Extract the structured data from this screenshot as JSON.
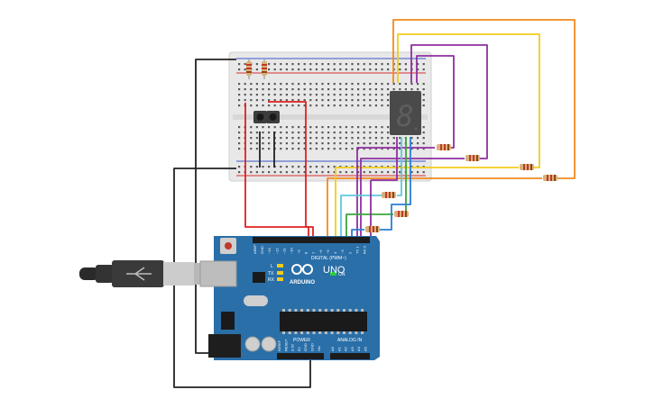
{
  "board": {
    "brand_text": "ARDUINO",
    "model_text": "UNO",
    "digital_label": "DIGITAL (PWM~)",
    "power_label": "POWER",
    "analog_label": "ANALOG IN",
    "tx_label": "TX",
    "rx_label": "RX",
    "l_label": "L",
    "on_label": "ON",
    "digital_pins": [
      "AREF",
      "GND",
      "~13",
      "~12",
      "~11",
      "~10",
      "~9",
      "8",
      "7",
      "~6",
      "~5",
      "4",
      "~3",
      "2",
      "TX 1",
      "RX 0"
    ],
    "power_pins": [
      "IOREF",
      "RESET",
      "3.3V",
      "5V",
      "GND",
      "GND",
      "Vin"
    ],
    "analog_pins": [
      "A0",
      "A1",
      "A2",
      "A3",
      "A4",
      "A5"
    ]
  },
  "display": {
    "digit_text": "8"
  },
  "colors": {
    "board": "#2a6fa8",
    "breadboard": "#e9e9e9",
    "wire_red": "#e02020",
    "wire_black": "#222222",
    "wire_orange": "#f08a1c",
    "wire_yellow": "#f2cc1c",
    "wire_purple": "#8e2fa0",
    "wire_green": "#3aa63a",
    "wire_blue": "#2a7fd0",
    "wire_cyan": "#5ec8e0"
  }
}
